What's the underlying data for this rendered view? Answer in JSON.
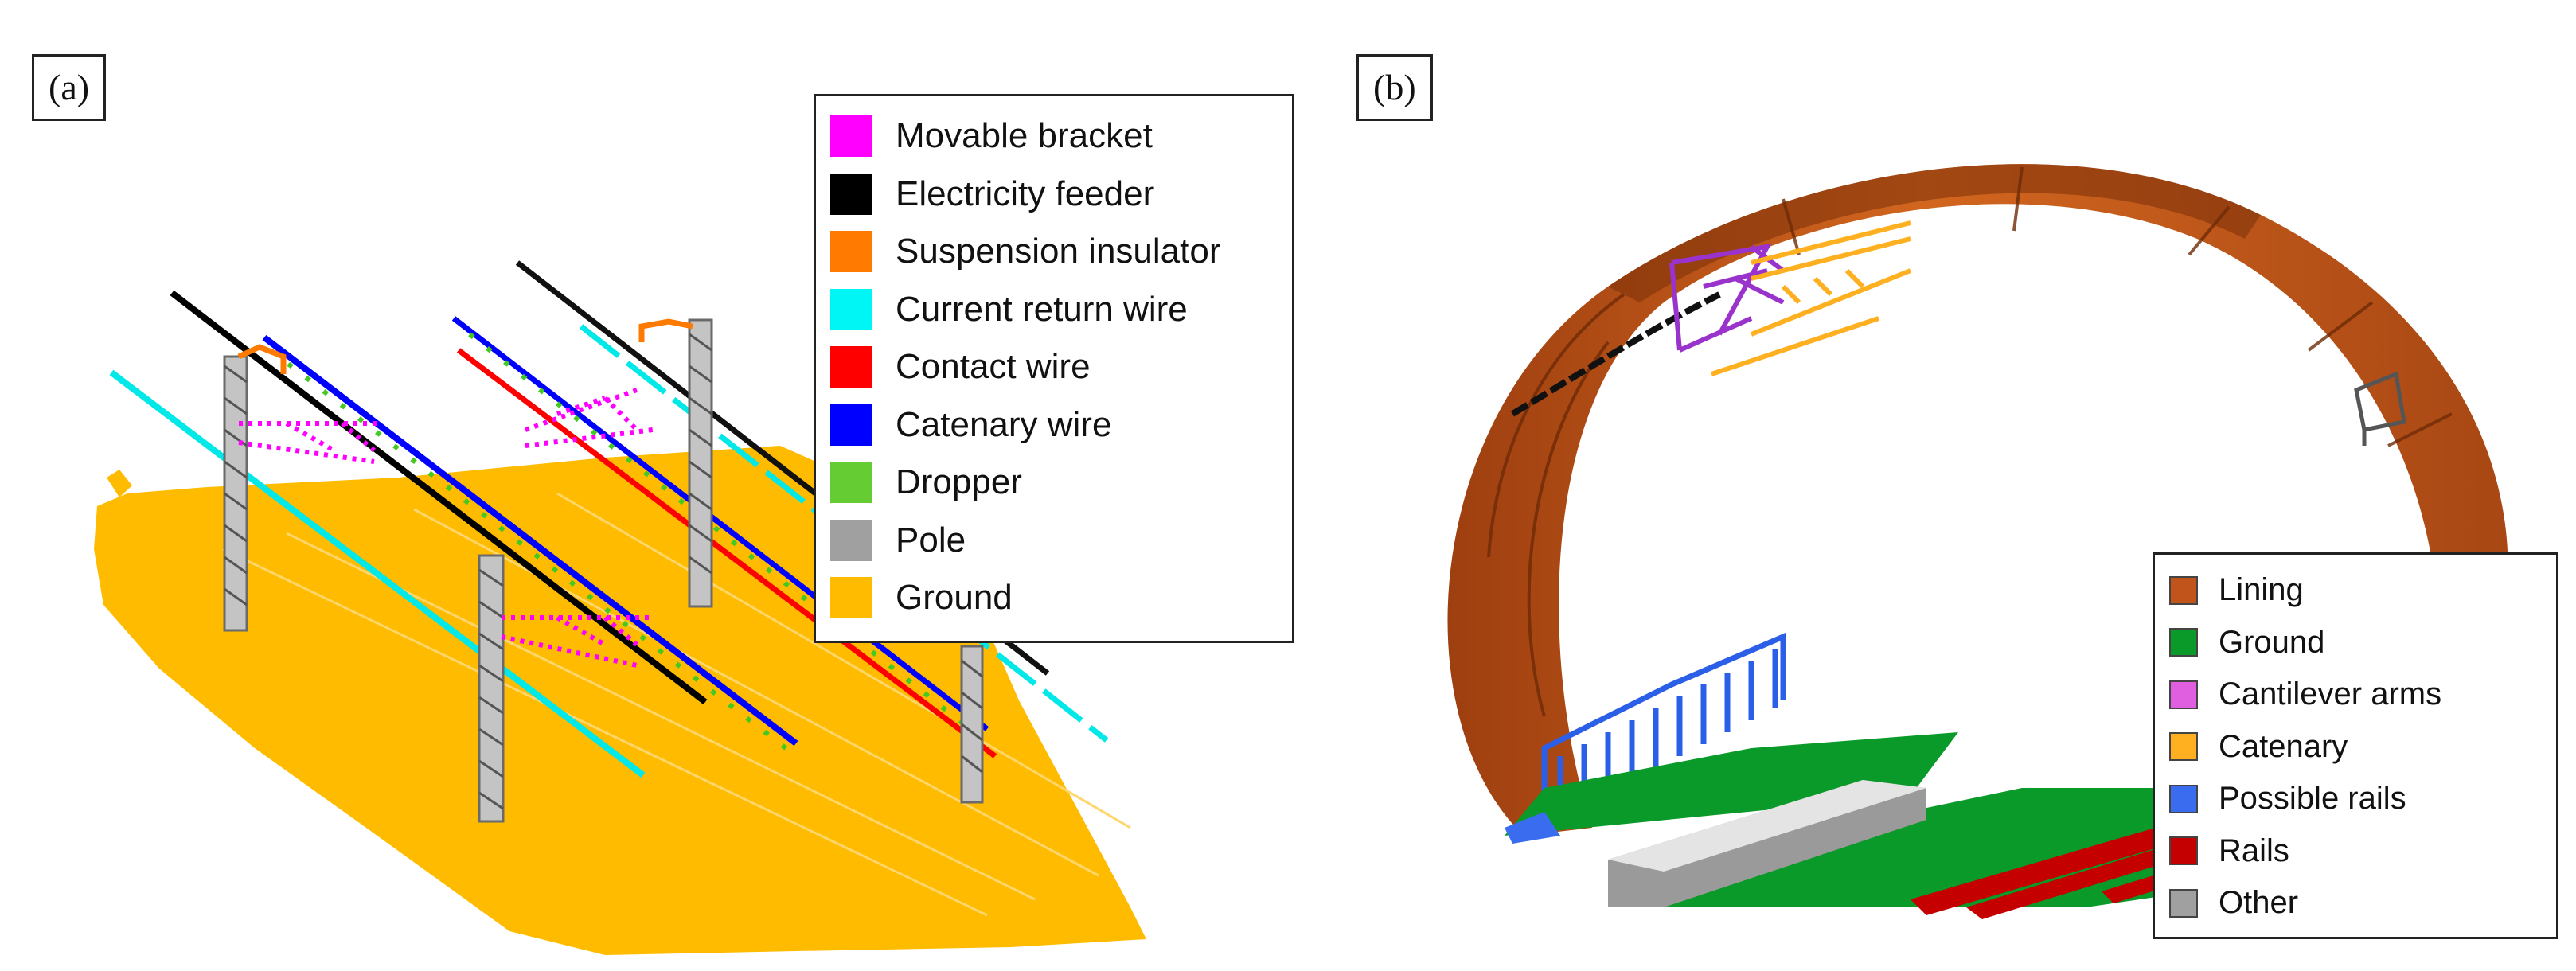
{
  "panel_a": {
    "label": "(a)",
    "legend": [
      {
        "label": "Movable bracket",
        "color": "#ff00ff"
      },
      {
        "label": "Electricity feeder",
        "color": "#000000"
      },
      {
        "label": "Suspension insulator",
        "color": "#ff7a00"
      },
      {
        "label": "Current return wire",
        "color": "#00f5f5"
      },
      {
        "label": "Contact wire",
        "color": "#ff0000"
      },
      {
        "label": "Catenary wire",
        "color": "#0000ff"
      },
      {
        "label": "Dropper",
        "color": "#66cc33"
      },
      {
        "label": "Pole",
        "color": "#a0a0a0"
      },
      {
        "label": "Ground",
        "color": "#ffbb00"
      }
    ]
  },
  "panel_b": {
    "label": "(b)",
    "legend": [
      {
        "label": "Lining",
        "color": "#c0541a"
      },
      {
        "label": "Ground",
        "color": "#0a9a2a"
      },
      {
        "label": "Cantilever arms",
        "color": "#e05ee0"
      },
      {
        "label": "Catenary",
        "color": "#ffb020"
      },
      {
        "label": "Possible rails",
        "color": "#3a6cf0"
      },
      {
        "label": "Rails",
        "color": "#c40000"
      },
      {
        "label": "Other",
        "color": "#a0a0a0"
      }
    ]
  }
}
